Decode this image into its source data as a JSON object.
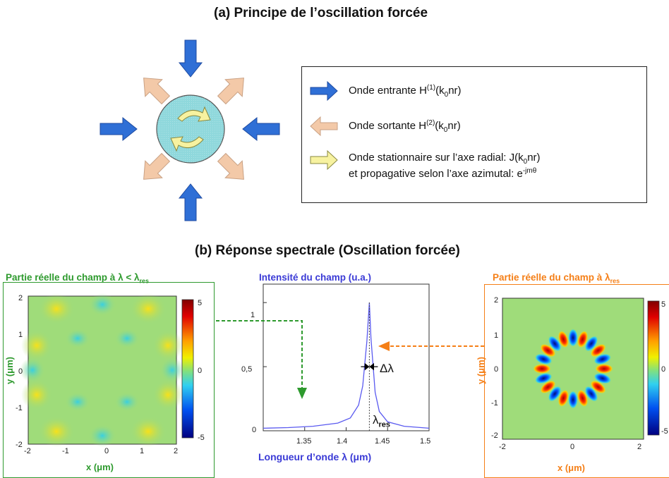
{
  "part_a": {
    "title": "(a) Principe de l’oscillation forcée",
    "legend": {
      "incoming_text": "Onde entrante H",
      "incoming_sup": "(1)",
      "incoming_tail1": "(k",
      "incoming_sub": "0",
      "incoming_tail2": "nr)",
      "outgoing_text": "Onde sortante H",
      "outgoing_sup": "(2)",
      "outgoing_tail1": "(k",
      "outgoing_sub": "0",
      "outgoing_tail2": "nr)",
      "standing_line1_a": "Onde stationnaire sur l’axe radial: J(k",
      "standing_line1_sub": "0",
      "standing_line1_b": "nr)",
      "standing_line2_a": "et propagative selon l’axe azimutal: e",
      "standing_line2_sup": "-jmθ"
    },
    "colors": {
      "incoming": "#2f6fd6",
      "outgoing": "#f3c9a8",
      "standing": "#f7f2a0",
      "disk": "#8fd8dc"
    }
  },
  "part_b": {
    "title": "(b) Réponse spectrale (Oscillation forcée)",
    "left_panel": {
      "label_a": "Partie réelle du champ à λ < λ",
      "label_sub": "res",
      "x_title": "x (μm)",
      "y_title": "y (μm)",
      "x_ticks": [
        "-2",
        "-1",
        "0",
        "1",
        "2"
      ],
      "y_ticks": [
        "2",
        "1",
        "0",
        "-1",
        "-2"
      ],
      "colorbar_ticks": [
        "5",
        "0",
        "-5"
      ],
      "color": "#2e9a2e"
    },
    "right_panel": {
      "label_a": "Partie réelle du champ à λ",
      "label_sub": "res",
      "x_title": "x (μm)",
      "y_title": "y (μm)",
      "x_ticks": [
        "-2",
        "0",
        "2"
      ],
      "y_ticks": [
        "2",
        "1",
        "0",
        "-1",
        "-2"
      ],
      "colorbar_ticks": [
        "5",
        "0",
        "-5"
      ],
      "color": "#f57f17"
    },
    "spectrum": {
      "title": "Intensité du champ (u.a.)",
      "x_title": "Longueur d’onde λ (μm)",
      "x_ticks": [
        "1.35",
        "1.4",
        "1.45",
        "1.5"
      ],
      "y_ticks": [
        "1",
        "0,5",
        "0"
      ],
      "delta_label": "Δλ",
      "lambda_label": "λ",
      "lambda_sub": "res",
      "color": "#3a3ad6"
    }
  },
  "chart_data": {
    "type": "line",
    "title": "Intensité du champ (u.a.)",
    "xlabel": "Longueur d’onde λ (μm)",
    "ylabel": "",
    "xlim": [
      1.3,
      1.5
    ],
    "ylim": [
      0,
      1.1
    ],
    "x": [
      1.3,
      1.33,
      1.36,
      1.39,
      1.405,
      1.415,
      1.42,
      1.425,
      1.428,
      1.43,
      1.435,
      1.44,
      1.45,
      1.47,
      1.5
    ],
    "values": [
      0.02,
      0.025,
      0.035,
      0.06,
      0.1,
      0.2,
      0.35,
      0.7,
      1.0,
      0.72,
      0.3,
      0.15,
      0.07,
      0.035,
      0.02
    ],
    "peak_x": 1.428
  }
}
